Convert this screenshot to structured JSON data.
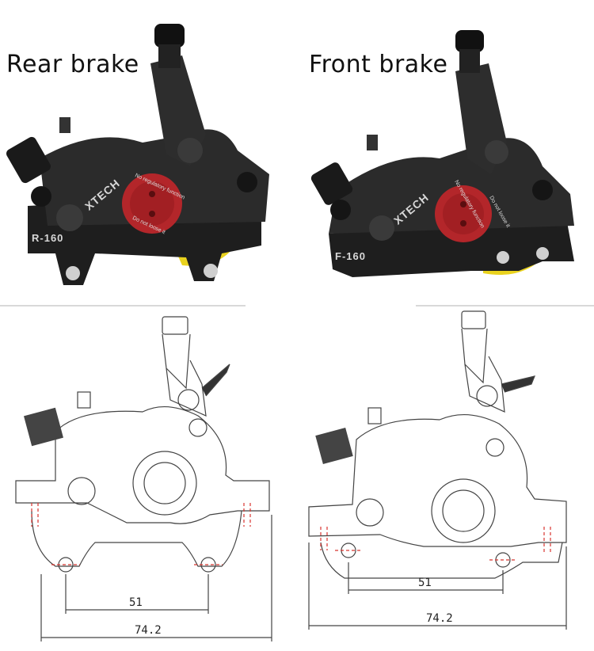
{
  "photos": {
    "rear": {
      "label": "Rear brake",
      "adapter_mark": "R-160",
      "brand": "XTECH",
      "cap_text": "No regulatory function",
      "cap_text_2": "Do not loose it"
    },
    "front": {
      "label": "Front brake",
      "adapter_mark": "F-160",
      "brand": "XTECH",
      "cap_text": "No regulatory function",
      "cap_text_2": "Do not loose it"
    }
  },
  "drawings": {
    "rear": {
      "dim_inner": "51",
      "dim_outer": "74.2"
    },
    "front": {
      "dim_inner": "51",
      "dim_outer": "74.2"
    }
  },
  "colors": {
    "body": "#2b2b2b",
    "cap": "#b3262a",
    "pad_spring": "#e9d21e",
    "line": "#444444",
    "hidden_line": "#d8342f"
  }
}
